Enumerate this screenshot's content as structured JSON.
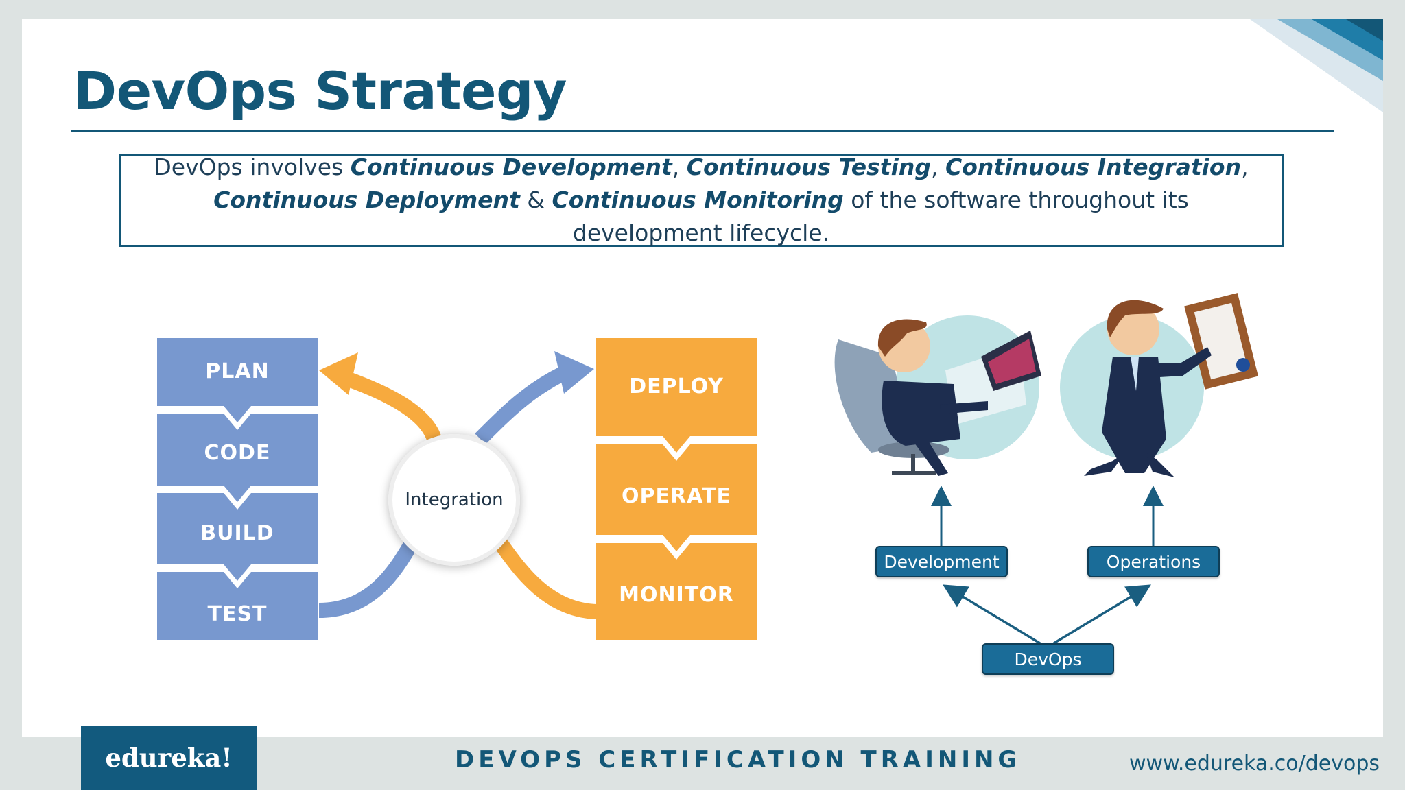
{
  "slide": {
    "title": "DevOps Strategy"
  },
  "description": {
    "intro": "DevOps involves ",
    "term1": "Continuous Development",
    "sep1": ", ",
    "term2": "Continuous Testing",
    "sep2": ", ",
    "term3": "Continuous Integration",
    "sep3": ", ",
    "term4": "Continuous Deployment",
    "sep4": " & ",
    "term5": "Continuous Monitoring",
    "outro": " of the software throughout its development lifecycle."
  },
  "pipeline": {
    "dev_stages": [
      "PLAN",
      "CODE",
      "BUILD",
      "TEST"
    ],
    "hub": "Integration",
    "ops_stages": [
      "DEPLOY",
      "OPERATE",
      "MONITOR"
    ]
  },
  "roles": {
    "development": "Development",
    "operations": "Operations",
    "devops": "DevOps"
  },
  "footer": {
    "brand": "edureka!",
    "course": "DEVOPS CERTIFICATION TRAINING",
    "url": "www.edureka.co/devops"
  },
  "colors": {
    "brand_blue": "#135777",
    "dev_blue": "#7898cf",
    "ops_orange": "#f7aa3e",
    "tag_blue": "#1a6c98"
  },
  "icons": [
    "developer-illustration",
    "operations-illustration"
  ]
}
